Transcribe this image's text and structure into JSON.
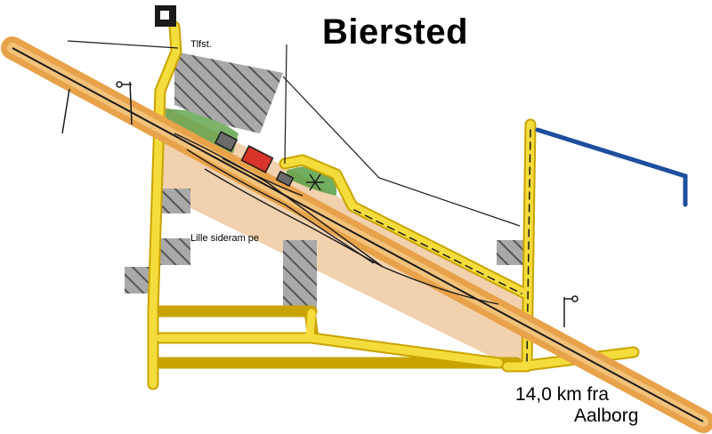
{
  "title": "Biersted",
  "labels": {
    "telegraph": "Tlfst.",
    "siding": "Lille sideram pe",
    "distance": "14,0 km fra",
    "city": "Aalborg"
  },
  "colors": {
    "road": "#f4dc3c",
    "road_edge": "#c9a400",
    "rail_bed": "#e8a24a",
    "station_area": "#eec9a0",
    "building": "#8c8c8c",
    "green": "#4f9a3a",
    "station_building": "#d8342a",
    "boundary_blue": "#1e4f9e",
    "track": "#1a1a1a"
  },
  "icons": [
    "signal-icon",
    "tree-icon",
    "north-marker-icon"
  ]
}
